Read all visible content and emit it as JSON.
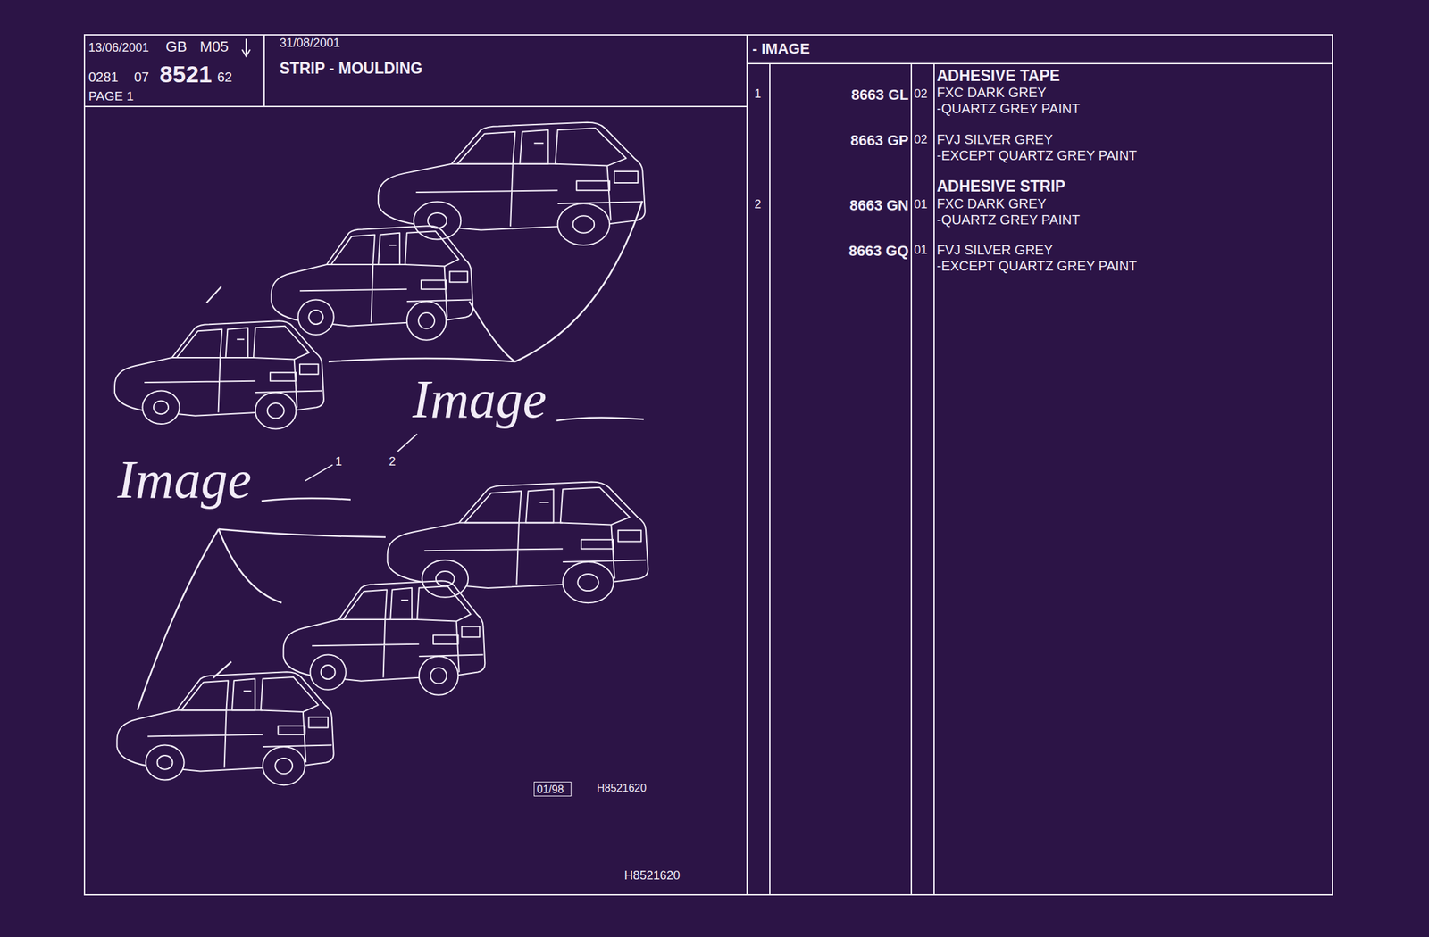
{
  "diagram": {
    "nodes": [
      {
        "text": [
          "13/06/2001",
          "GB",
          "M05",
          "0281",
          "07",
          "8521",
          "62",
          "PAGE 1"
        ]
      },
      {
        "text": [
          "31/08/2001",
          "STRIP - MOULDING"
        ]
      },
      {
        "text": [
          "- IMAGE"
        ]
      },
      {
        "text": [
          "01/98"
        ]
      }
    ],
    "labels": [
      "1",
      "8663 GL",
      "02",
      "ADHESIVE TAPE",
      "FXC DARK GREY",
      "-QUARTZ GREY PAINT",
      "8663 GP",
      "02",
      "FVJ SILVER GREY",
      "-EXCEPT QUARTZ GREY PAINT",
      "ADHESIVE STRIP",
      "2",
      "8663 GN",
      "01",
      "FXC DARK GREY",
      "-QUARTZ GREY PAINT",
      "8663 GQ",
      "01",
      "FVJ SILVER GREY",
      "-EXCEPT QUARTZ GREY PAINT",
      "Image",
      "1",
      "2",
      "Image",
      "H8521620",
      "H8521620"
    ]
  }
}
